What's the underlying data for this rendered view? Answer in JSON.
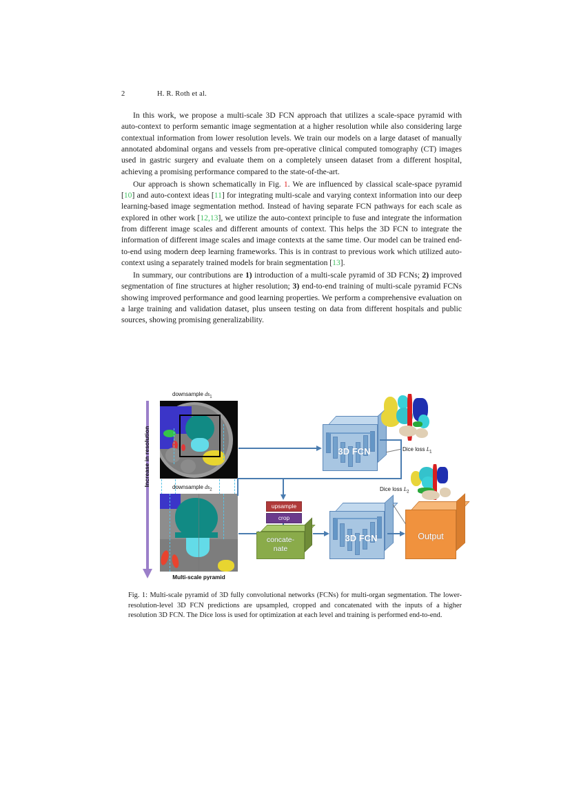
{
  "header": {
    "page_number": "2",
    "running_title": "H. R. Roth et al."
  },
  "paragraphs": {
    "p1": "In this work, we propose a multi-scale 3D FCN approach that utilizes a scale-space pyramid with auto-context to perform semantic image segmentation at a higher resolution while also considering large contextual information from lower resolution levels. We train our models on a large dataset of manually annotated abdominal organs and vessels from pre-operative clinical computed tomography (CT) images used in gastric surgery and evaluate them on a completely unseen dataset from a different hospital, achieving a promising performance compared to the state-of-the-art.",
    "p2_a": "Our approach is shown schematically in Fig. ",
    "p2_figref": "1",
    "p2_b": ". We are influenced by classical scale-space pyramid [",
    "p2_cite1": "10",
    "p2_c": "] and auto-context ideas [",
    "p2_cite2": "11",
    "p2_d": "] for integrating multi-scale and varying context information into our deep learning-based image segmentation method. Instead of having separate FCN pathways for each scale as explored in other work [",
    "p2_cite3": "12,13",
    "p2_e": "], we utilize the auto-context principle to fuse and integrate the information from different image scales and different amounts of context. This helps the 3D FCN to integrate the information of different image scales and image contexts at the same time. Our model can be trained end-to-end using modern deep learning frameworks. This is in contrast to previous work which utilized auto-context using a separately trained models for brain segmentation [",
    "p2_cite4": "13",
    "p2_f": "].",
    "p3_a": "In summary, our contributions are ",
    "p3_e1": "1)",
    "p3_b": " introduction of a multi-scale pyramid of 3D FCNs; ",
    "p3_e2": "2)",
    "p3_c": " improved segmentation of fine structures at higher resolution; ",
    "p3_e3": "3)",
    "p3_d": " end-to-end training of multi-scale pyramid FCNs showing improved performance and good learning properties. We perform a comprehensive evaluation on a large training and validation dataset, plus unseen testing on data from different hospitals and public sources, showing promising generalizability."
  },
  "figure": {
    "axis_label": "Increase in resolution",
    "pyramid_label": "Multi-scale pyramid",
    "downsample_1_prefix": "downsample ",
    "downsample_1_sym": "ds",
    "downsample_1_sub": "1",
    "downsample_2_prefix": "downsample ",
    "downsample_2_sym": "ds",
    "downsample_2_sub": "2",
    "fcn_label_top": "3D FCN",
    "fcn_label_bottom": "3D FCN",
    "upsample_label": "upsample",
    "crop_label": "crop",
    "concat_label_line1": "concate-",
    "concat_label_line2": "nate",
    "output_label": "Output",
    "dice_loss_1_text": "Dice loss ",
    "dice_loss_1_sym": "L",
    "dice_loss_1_sub": "1",
    "dice_loss_2_text": "Dice loss ",
    "dice_loss_2_sym": "L",
    "dice_loss_2_sub": "2",
    "colors": {
      "arrow_blue": "#4a7cb0",
      "cube_blue_front": "#a8c6e2",
      "cube_blue_top": "#c2d9ee",
      "cube_blue_side": "#8fb3d6",
      "upsample_red": "#b03a3a",
      "crop_purple": "#6b3a8c",
      "concat_green": "#8aab4a",
      "output_orange": "#f0923e",
      "resolution_purple": "#9b7fc9",
      "guide_cyan": "#56c4e8"
    }
  },
  "caption": {
    "label": "Fig. 1:",
    "text": " Multi-scale pyramid of 3D fully convolutional networks (FCNs) for multi-organ segmentation. The lower-resolution-level 3D FCN predictions are upsampled, cropped and concatenated with the inputs of a higher resolution 3D FCN. The Dice loss is used for optimization at each level and training is performed end-to-end."
  }
}
